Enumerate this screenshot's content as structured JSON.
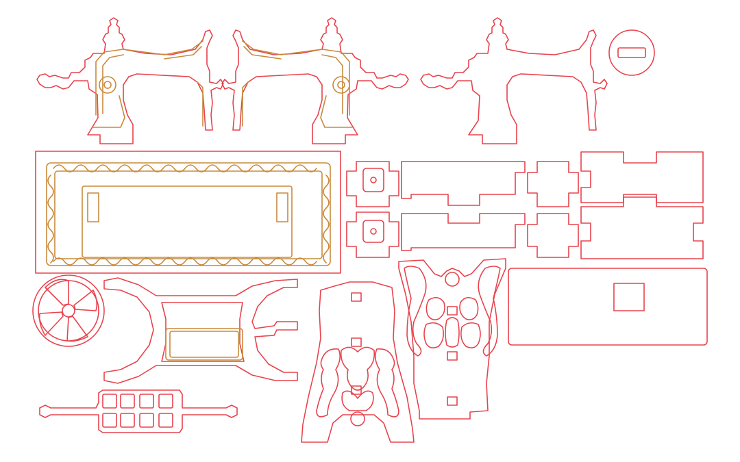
{
  "sheet": {
    "background": "#ffffff",
    "cut_color": "#e8434d",
    "engrave_color": "#c98a3a",
    "parts": [
      "sewing-machine-side-left",
      "sewing-machine-side-right",
      "sewing-machine-center",
      "round-knob",
      "decorated-top-panel",
      "small-box-panel",
      "tabbed-rails",
      "flywheel",
      "table-base-frame",
      "treadle-bar",
      "ornate-leg-front",
      "ornate-leg-back",
      "drawer-front-panel"
    ]
  }
}
